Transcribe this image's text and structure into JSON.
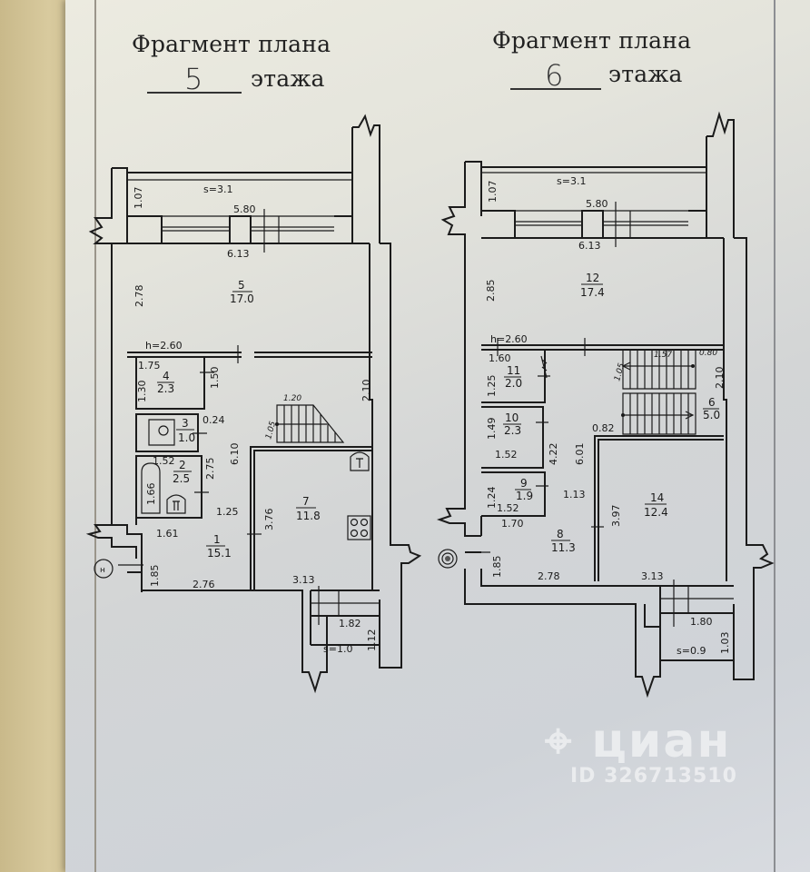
{
  "document": {
    "left_plan": {
      "title": "Фрагмент плана",
      "floor_number": "5",
      "floor_suffix": "этажа",
      "balcony_top_area": "s=3.1",
      "window_dims": {
        "outer": "5.80",
        "inner": "6.13"
      },
      "dims": {
        "balcony_depth": "1.07",
        "room5_height": "2.78",
        "ceiling_height": "h=2.60",
        "room4_width": "1.75",
        "room4_depth": "1.30",
        "room4_side": "1.50",
        "wc_gap": "0.24",
        "bath_width": "1.52",
        "bath_len": "1.66",
        "bath_side": "2.75",
        "hall_len": "6.10",
        "hall_width": "1.25",
        "stair_width": "1.20",
        "stair_run": "1.05",
        "kitchen_side_top": "2.10",
        "kitchen_depth": "3.76",
        "entry_width": "1.61",
        "entry_depth": "1.85",
        "room1_width": "2.76",
        "kitchen_width": "3.13",
        "loggia_width": "1.82",
        "loggia_depth": "1.12",
        "loggia_area": "s=1.0"
      },
      "rooms": [
        {
          "num": "5",
          "area": "17.0"
        },
        {
          "num": "4",
          "area": "2.3"
        },
        {
          "num": "3",
          "area": "1.0"
        },
        {
          "num": "2",
          "area": "2.5"
        },
        {
          "num": "7",
          "area": "11.8"
        },
        {
          "num": "1",
          "area": "15.1"
        }
      ]
    },
    "right_plan": {
      "title": "Фрагмент плана",
      "floor_number": "6",
      "floor_suffix": "этажа",
      "balcony_top_area": "s=3.1",
      "window_dims": {
        "outer": "5.80",
        "inner": "6.13"
      },
      "dims": {
        "balcony_depth": "1.07",
        "room12_height": "2.85",
        "ceiling_height": "h=2.60",
        "room11_width": "1.60",
        "room11_depth": "1.25",
        "stair_width": "1.57",
        "stair_gap": "0.80",
        "stair_run": "1.05",
        "stair_side": "2.10",
        "room10_depth": "1.49",
        "room10_width": "1.52",
        "hall_side": "4.22",
        "hall_len": "6.01",
        "stair_landing": "0.82",
        "room9_depth": "1.24",
        "room9_width": "1.52",
        "hall_width": "1.13",
        "room14_depth": "3.97",
        "room8_top": "1.70",
        "room8_depth": "1.85",
        "room8_width": "2.78",
        "room14_width": "3.13",
        "loggia_width": "1.80",
        "loggia_depth": "1.03",
        "loggia_area": "s=0.9"
      },
      "rooms": [
        {
          "num": "12",
          "area": "17.4"
        },
        {
          "num": "11",
          "area": "2.0"
        },
        {
          "num": "10",
          "area": "2.3"
        },
        {
          "num": "9",
          "area": "1.9"
        },
        {
          "num": "6",
          "area": "5.0"
        },
        {
          "num": "14",
          "area": "12.4"
        },
        {
          "num": "8",
          "area": "11.3"
        }
      ]
    }
  },
  "watermark": {
    "logo": "циан",
    "id": "ID 326713510"
  }
}
